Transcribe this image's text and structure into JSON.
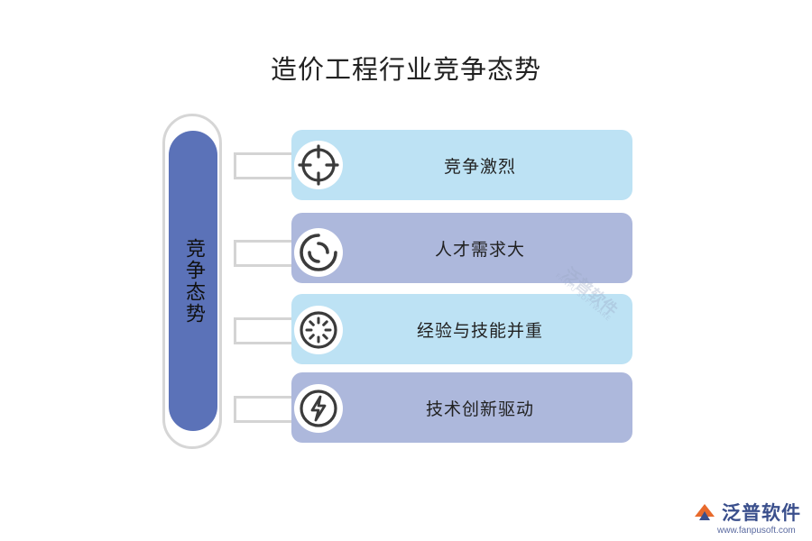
{
  "title": "造价工程行业竞争态势",
  "center": {
    "label": "竞争态势",
    "fill": "#5b72b8"
  },
  "colors": {
    "light": "#bde2f4",
    "dark": "#adb8dc",
    "icon": "#3b3b3b"
  },
  "items": [
    {
      "label": "竞争激烈",
      "icon": "crosshair-icon",
      "tone": "light"
    },
    {
      "label": "人才需求大",
      "icon": "refresh-icon",
      "tone": "dark"
    },
    {
      "label": "经验与技能并重",
      "icon": "loading-icon",
      "tone": "light"
    },
    {
      "label": "技术创新驱动",
      "icon": "lightning-icon",
      "tone": "dark"
    }
  ],
  "watermark": {
    "text": "泛普软件",
    "sub": "FANPU SOFTWARE"
  },
  "logo": {
    "name": "泛普软件",
    "url": "www.fanpusoft.com"
  }
}
